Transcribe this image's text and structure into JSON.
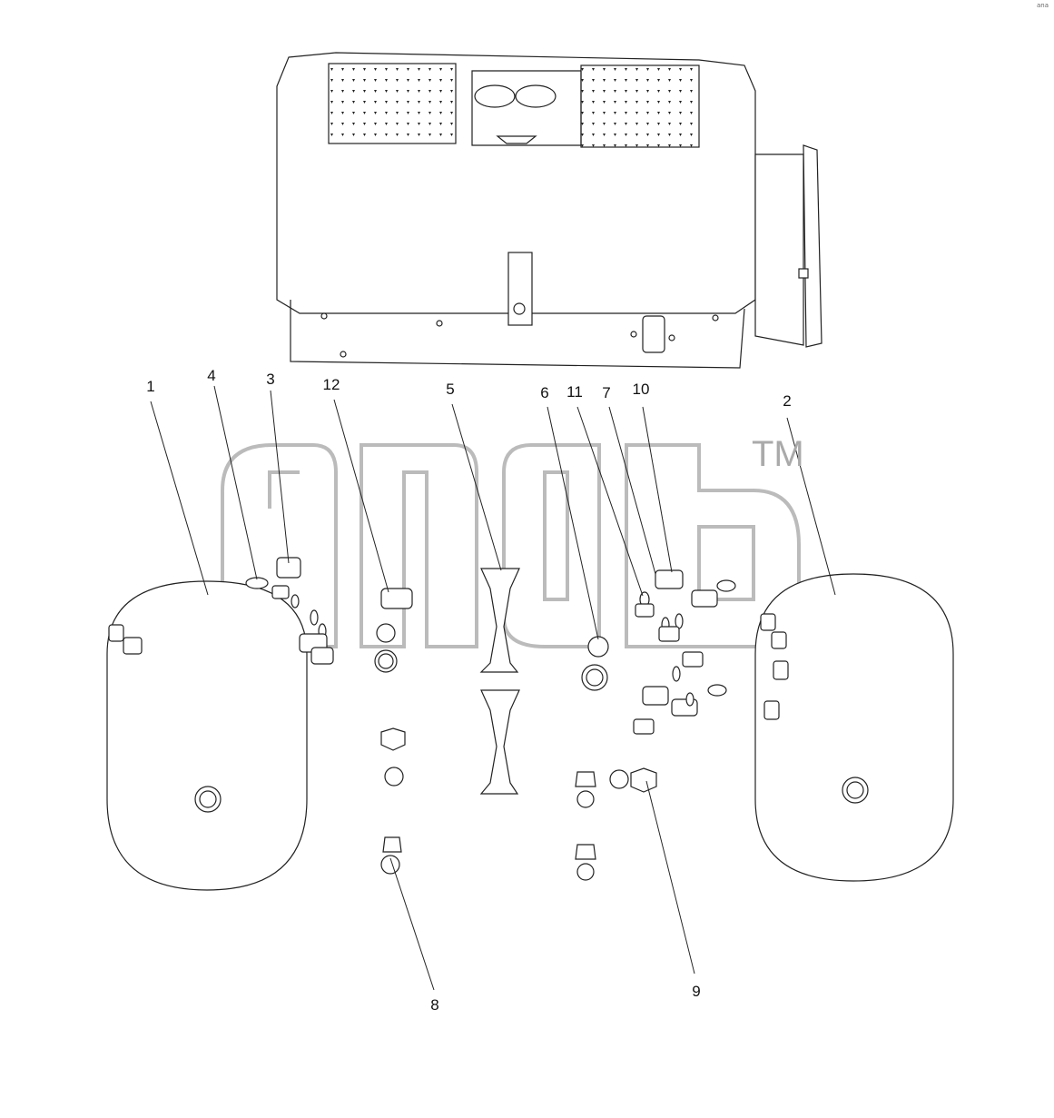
{
  "diagram": {
    "callouts": [
      "1",
      "2",
      "3",
      "4",
      "5",
      "6",
      "7",
      "8",
      "9",
      "10",
      "11",
      "12"
    ],
    "watermark": {
      "brand": "ana",
      "trademark": "TM"
    },
    "corner_note": "ana"
  }
}
